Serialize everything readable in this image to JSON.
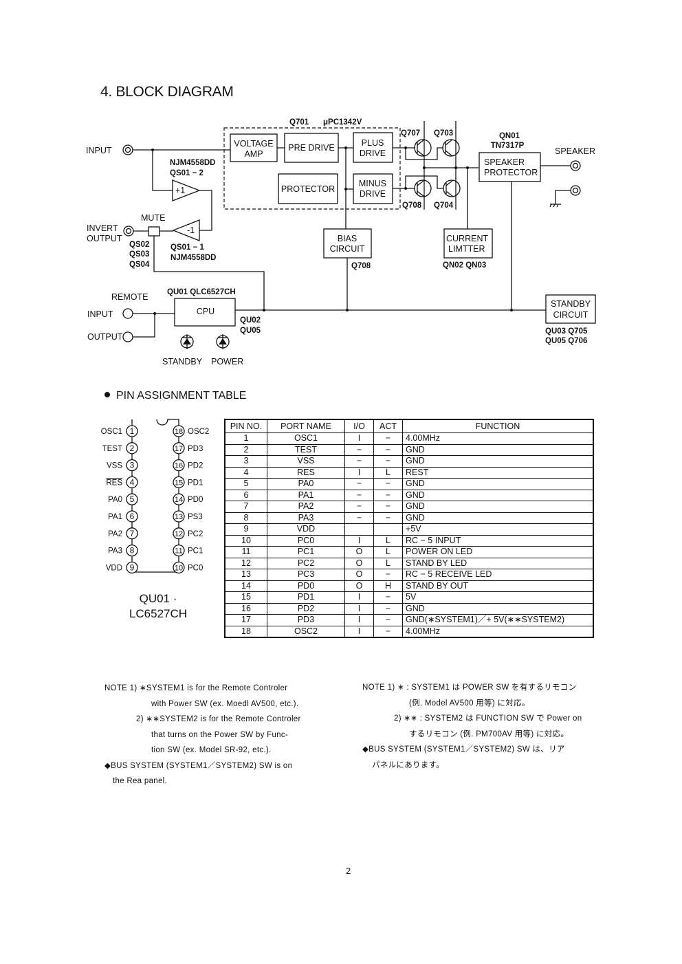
{
  "title": "4. BLOCK DIAGRAM",
  "diagram": {
    "ic_main": {
      "ref": "Q701",
      "part": "μPC1342V"
    },
    "blocks": {
      "voltage_amp": [
        "VOLTAGE",
        "AMP"
      ],
      "pre_drive": "PRE DRIVE",
      "plus_drive": [
        "PLUS",
        "DRIVE"
      ],
      "minus_drive": [
        "MINUS",
        "DRIVE"
      ],
      "protector": "PROTECTOR",
      "bias_circuit": [
        "BIAS",
        "CIRCUIT"
      ],
      "current_limiter": [
        "CURRENT",
        "LIMTTER"
      ],
      "speaker_protector": [
        "SPEAKER",
        "PROTECTOR"
      ],
      "standby_circuit": [
        "STANDBY",
        "CIRCUIT"
      ],
      "cpu": "CPU"
    },
    "labels": {
      "input": "INPUT",
      "invert_output": [
        "INVERT",
        "OUTPUT"
      ],
      "mute": "MUTE",
      "speaker": "SPEAKER",
      "remote": "REMOTE",
      "remote_input": "INPUT",
      "remote_output": "OUTPUT",
      "standby_led": "STANDBY",
      "power_led": "POWER",
      "buf_plus": "+1",
      "buf_minus": "-1",
      "opamp_top": [
        "NJM4558DD",
        "QS01 − 2"
      ],
      "opamp_bottom": [
        "QS01 − 1",
        "NJM4558DD"
      ],
      "mute_refs": [
        "QS02",
        "QS03",
        "QS04"
      ],
      "q707": "Q707",
      "q703": "Q703",
      "q708_out": "Q708",
      "q704": "Q704",
      "q708_bias": "Q708",
      "qn01": [
        "QN01",
        "TN7317P"
      ],
      "qn02_03": "QN02   QN03",
      "cpu_ref": "QU01   QLC6527CH",
      "cpu_out_refs": [
        "QU02",
        "QU05"
      ],
      "standby_refs": [
        "QU03   Q705",
        "QU05   Q706"
      ]
    }
  },
  "pin_section": {
    "heading": "PIN ASSIGNMENT TABLE",
    "ic": {
      "name": [
        "QU01 ·",
        "LC6527CH"
      ],
      "left_pins": [
        {
          "num": "1",
          "name": "OSC1"
        },
        {
          "num": "2",
          "name": "TEST"
        },
        {
          "num": "3",
          "name": "VSS"
        },
        {
          "num": "4",
          "name": "RES",
          "overline": true
        },
        {
          "num": "5",
          "name": "PA0"
        },
        {
          "num": "6",
          "name": "PA1"
        },
        {
          "num": "7",
          "name": "PA2"
        },
        {
          "num": "8",
          "name": "PA3"
        },
        {
          "num": "9",
          "name": "VDD"
        }
      ],
      "right_pins": [
        {
          "num": "18",
          "name": "OSC2"
        },
        {
          "num": "17",
          "name": "PD3"
        },
        {
          "num": "16",
          "name": "PD2"
        },
        {
          "num": "15",
          "name": "PD1"
        },
        {
          "num": "14",
          "name": "PD0"
        },
        {
          "num": "13",
          "name": "PS3"
        },
        {
          "num": "12",
          "name": "PC2"
        },
        {
          "num": "11",
          "name": "PC1"
        },
        {
          "num": "10",
          "name": "PC0"
        }
      ]
    },
    "table": {
      "headers": [
        "PIN NO.",
        "PORT NAME",
        "I/O",
        "ACT",
        "FUNCTION"
      ],
      "rows": [
        [
          "1",
          "OSC1",
          "I",
          "−",
          "4.00MHz"
        ],
        [
          "2",
          "TEST",
          "−",
          "−",
          "GND"
        ],
        [
          "3",
          "VSS",
          "−",
          "−",
          "GND"
        ],
        [
          "4",
          "RES",
          "I",
          "L",
          "REST"
        ],
        [
          "5",
          "PA0",
          "−",
          "−",
          "GND"
        ],
        [
          "6",
          "PA1",
          "−",
          "−",
          "GND"
        ],
        [
          "7",
          "PA2",
          "−",
          "−",
          "GND"
        ],
        [
          "8",
          "PA3",
          "−",
          "−",
          "GND"
        ],
        [
          "9",
          "VDD",
          "",
          "",
          "+5V"
        ],
        [
          "10",
          "PC0",
          "I",
          "L",
          "RC − 5  INPUT"
        ],
        [
          "11",
          "PC1",
          "O",
          "L",
          "POWER  ON  LED"
        ],
        [
          "12",
          "PC2",
          "O",
          "L",
          "STAND  BY  LED"
        ],
        [
          "13",
          "PC3",
          "O",
          "−",
          "RC − 5  RECEIVE  LED"
        ],
        [
          "14",
          "PD0",
          "O",
          "H",
          "STAND  BY  OUT"
        ],
        [
          "15",
          "PD1",
          "I",
          "−",
          "5V"
        ],
        [
          "16",
          "PD2",
          "I",
          "−",
          "GND"
        ],
        [
          "17",
          "PD3",
          "I",
          "−",
          "GND(∗SYSTEM1)／+ 5V(∗∗SYSTEM2)"
        ],
        [
          "18",
          "OSC2",
          "I",
          "−",
          "4.00MHz"
        ]
      ]
    }
  },
  "notes_en": [
    "NOTE  1) ∗SYSTEM1  is  for  the  Remote  Controler",
    "with  Power  SW  (ex.  Moedl  AV500,  etc.).",
    "2) ∗∗SYSTEM2  is  for  the  Remote  Controler",
    "that  turns  on  the  Power  SW  by  Func-",
    "tion  SW  (ex.  Model  SR-92,  etc.).",
    "◆BUS  SYSTEM   (SYSTEM1／SYSTEM2)  SW  is  on",
    "the  Rea  panel."
  ],
  "notes_jp": [
    "NOTE   1) ∗ : SYSTEM1 は POWER  SW を有するリモコン",
    "(例. Model  AV500 用等) に対応。",
    "2) ∗∗ : SYSTEM2 は FUNCTION  SW で Power  on",
    "するリモコン (例. PM700AV 用等) に対応。",
    "◆BUS  SYSTEM   (SYSTEM1／SYSTEM2) SW は、リア",
    "パネルにあります。"
  ],
  "page_number": "2"
}
